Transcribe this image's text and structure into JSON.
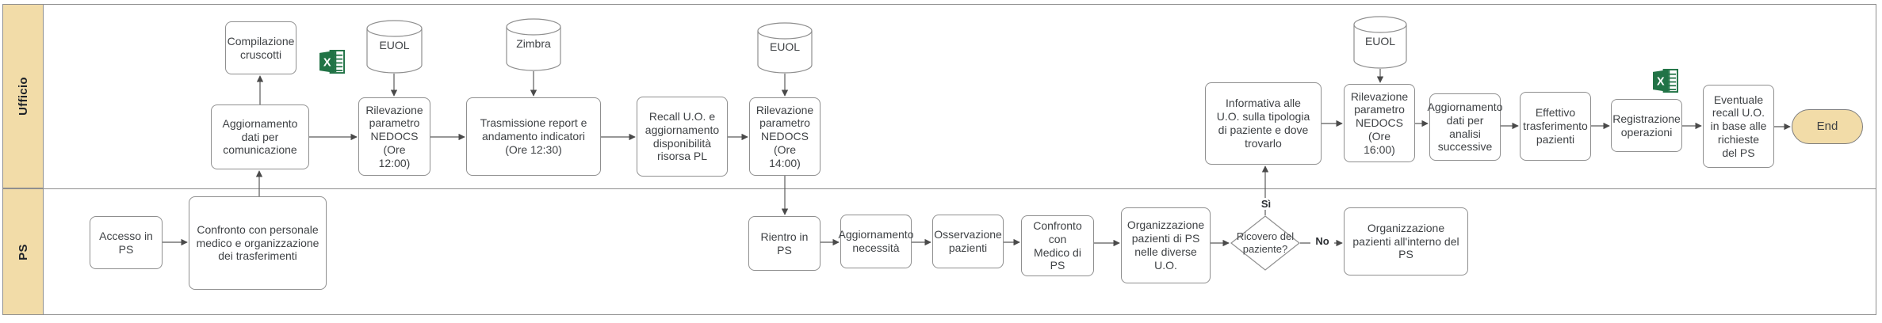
{
  "lanes": {
    "top": "Ufficio",
    "bottom": "PS"
  },
  "edge_labels": {
    "yes": "Sì",
    "no": "No"
  },
  "datastores": {
    "euol_1": "EUOL",
    "zimbra": "Zimbra",
    "euol_2": "EUOL",
    "euol_3": "EUOL"
  },
  "icons": {
    "excel": "excel-spreadsheet"
  },
  "colors": {
    "lane_fill": "#f2dca8",
    "lane_border": "#8f8f8f",
    "node_border": "#8f8f8f",
    "terminator_fill": "#f2dca8",
    "connector": "#5b5b5b",
    "arrowhead": "#4a4a4a",
    "text": "#3f4245",
    "excel_green": "#217346"
  },
  "nodes": {
    "compilazione_cruscotti": "Compilazione\ncruscotti",
    "aggiornamento_comunicazione": "Aggiornamento\ndati per\ncomunicazione",
    "rilevazione_1200": "Rilevazione\nparametro\nNEDOCS\n(Ore\n12:00)",
    "trasmissione_report": "Trasmissione report e\nandamento indicatori\n(Ore 12:30)",
    "recall_uo": "Recall U.O. e\naggiornamento\ndisponibilità\nrisorsa PL",
    "rilevazione_1400": "Rilevazione\nparametro\nNEDOCS\n(Ore\n14:00)",
    "informativa_uo": "Informativa alle\nU.O. sulla tipologia\ndi paziente e dove\ntrovarlo",
    "rilevazione_1600": "Rilevazione\nparametro\nNEDOCS\n(Ore\n16:00)",
    "aggiornamento_analisi": "Aggiornamento\ndati per\nanalisi\nsuccessive",
    "effettivo_trasferimento": "Effettivo\ntrasferimento\npazienti",
    "registrazione_operazioni": "Registrazione\noperazioni",
    "eventuale_recall": "Eventuale\nrecall U.O.\nin base alle\nrichieste\ndel PS",
    "end": "End",
    "accesso_ps": "Accesso in\nPS",
    "confronto_personale": "Confronto con personale\nmedico e organizzazione\ndei trasferimenti",
    "rientro_ps": "Rientro in\nPS",
    "aggiornamento_necessita": "Aggiornamento\nnecessità",
    "osservazione_pazienti": "Osservazione\npazienti",
    "confronto_medico": "Confronto\ncon\nMedico di\nPS",
    "organizzazione_uo": "Organizzazione\npazienti di PS\nnelle diverse\nU.O.",
    "ricovero_paziente": "Ricovero del\npaziente?",
    "organizzazione_ps": "Organizzazione\npazienti all'interno del\nPS"
  }
}
